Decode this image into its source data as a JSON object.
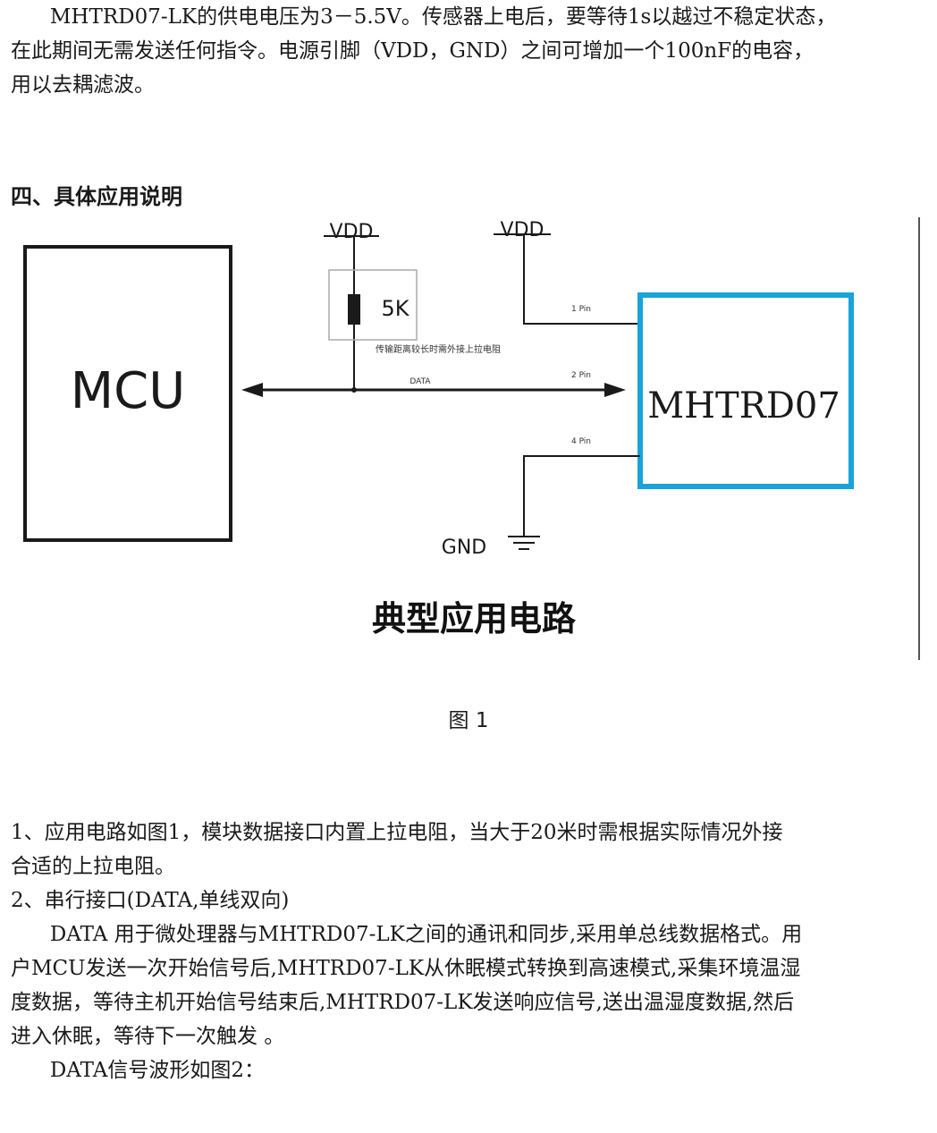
{
  "intro": {
    "line1": "      MHTRD07-LK的供电电压为3－5.5V。传感器上电后，要等待1s以越过不稳定状态，",
    "line2": "在此期间无需发送任何指令。电源引脚（VDD，GND）之间可增加一个100nF的电容，",
    "line3": "用以去耦滤波。"
  },
  "section_heading": "四、具体应用说明",
  "figure": {
    "vdd_left": "VDD",
    "vdd_right": "VDD",
    "resistor_value": "5K",
    "pullup_note": "传输距离较长时需外接上拉电阻",
    "mcu_label": "MCU",
    "data_label": "DATA",
    "pin1": "1 Pin",
    "pin2": "2 Pin",
    "pin4": "4 Pin",
    "sensor_label": "MHTRD07",
    "gnd_label": "GND",
    "title": "典型应用电路",
    "colors": {
      "sensor_border": "#1aa3d9",
      "line": "#1a1a1a"
    }
  },
  "caption": "图 1",
  "body": {
    "item1_line1": "1、应用电路如图1，模块数据接口内置上拉电阻，当大于20米时需根据实际情况外接",
    "item1_line2": "合适的上拉电阻。",
    "item2_title": "2、串行接口(DATA,单线双向)",
    "p_line1": "      DATA 用于微处理器与MHTRD07-LK之间的通讯和同步,采用单总线数据格式。用",
    "p_line2": "户MCU发送一次开始信号后,MHTRD07-LK从休眠模式转换到高速模式,采集环境温湿",
    "p_line3": "度数据，等待主机开始信号结束后,MHTRD07-LK发送响应信号,送出温湿度数据,然后",
    "p_line4": "进入休眠，等待下一次触发 。",
    "p_line5": "      DATA信号波形如图2："
  }
}
